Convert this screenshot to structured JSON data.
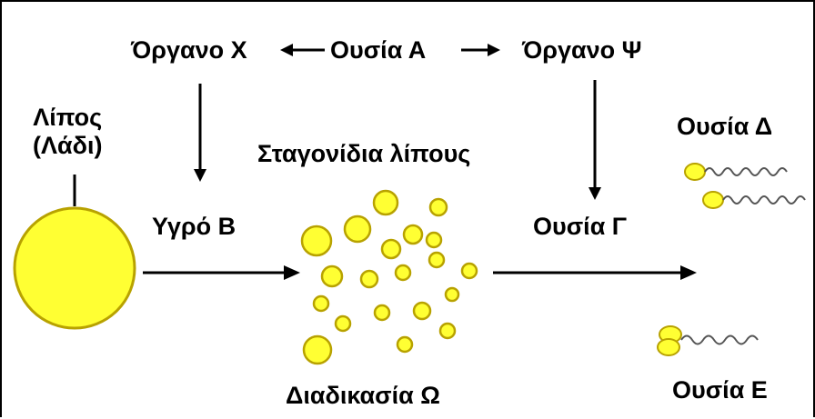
{
  "labels": {
    "organ_x": "Όργανο Χ",
    "substance_a": "Ουσία Α",
    "organ_psi": "Όργανο Ψ",
    "fat_line1": "Λίπος",
    "fat_line2": "(Λάδι)",
    "fat_droplets": "Σταγονίδια λίπους",
    "substance_delta": "Ουσία Δ",
    "liquid_b": "Υγρό Β",
    "substance_gamma": "Ουσία Γ",
    "process_omega": "Διαδικασία Ω",
    "substance_e": "Ουσία Ε"
  },
  "colors": {
    "fat": "#ffff33",
    "fat_outline": "#b8a200",
    "line": "#000000",
    "chain": "#555555"
  }
}
